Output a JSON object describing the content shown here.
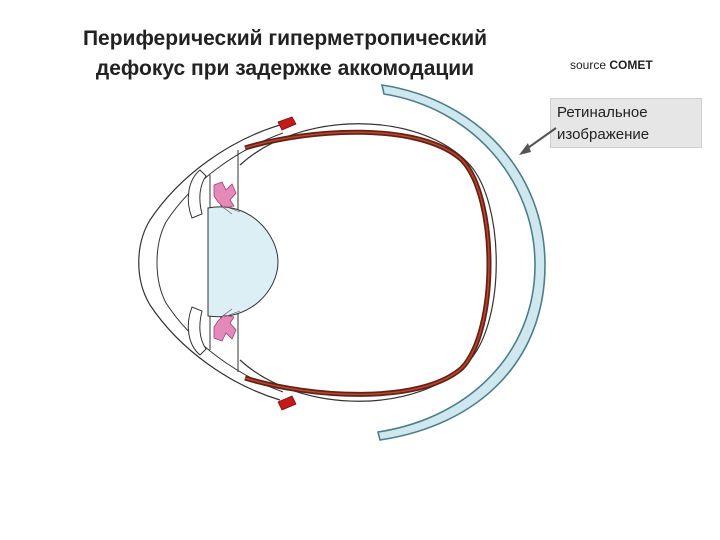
{
  "title": {
    "line1": "Периферический гиперметропический",
    "line2": "дефокус при задержке аккомодации"
  },
  "source": {
    "prefix": "source",
    "name": "COMET"
  },
  "callout": {
    "line1": "Ретинальное",
    "line2": "изображение"
  },
  "colors": {
    "retina": "#6b1f12",
    "retina_inner": "#b14a36",
    "image_shell_fill": "#cfe8ef",
    "image_shell_stroke": "#4c7f8a",
    "lens_fill": "#dceff5",
    "ciliary": "#e48ab8",
    "muscle_tip": "#c41a1a"
  }
}
